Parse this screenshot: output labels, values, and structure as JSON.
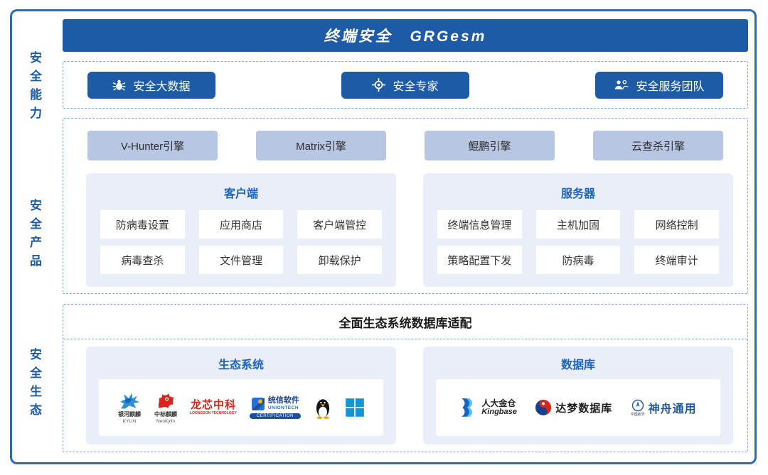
{
  "header": {
    "title": "终端安全 GRGesm"
  },
  "sidebar": {
    "labels": [
      {
        "text": "安全能力"
      },
      {
        "text": "安全产品"
      },
      {
        "text": "安全生态"
      }
    ]
  },
  "capabilities": {
    "buttons": [
      {
        "label": "安全大数据",
        "icon": "bug-icon"
      },
      {
        "label": "安全专家",
        "icon": "target-icon"
      },
      {
        "label": "安全服务团队",
        "icon": "team-icon"
      }
    ]
  },
  "products": {
    "engines": [
      {
        "label": "V-Hunter引擎"
      },
      {
        "label": "Matrix引擎"
      },
      {
        "label": "鲲鹏引擎"
      },
      {
        "label": "云查杀引擎"
      }
    ],
    "panels": [
      {
        "title": "客户端",
        "items": [
          {
            "label": "防病毒设置"
          },
          {
            "label": "应用商店"
          },
          {
            "label": "客户端管控"
          },
          {
            "label": "病毒查杀"
          },
          {
            "label": "文件管理"
          },
          {
            "label": "卸载保护"
          }
        ]
      },
      {
        "title": "服务器",
        "items": [
          {
            "label": "终端信息管理"
          },
          {
            "label": "主机加固"
          },
          {
            "label": "网络控制"
          },
          {
            "label": "策略配置下发"
          },
          {
            "label": "防病毒"
          },
          {
            "label": "终端审计"
          }
        ]
      }
    ]
  },
  "adaptation": {
    "title": "全面生态系统数据库适配",
    "panels": [
      {
        "title": "生态系统",
        "logos": [
          {
            "id": "kylin",
            "line1": "银河麒麟",
            "line2": "KYLIN"
          },
          {
            "id": "neokylin",
            "line1": "中标麒麟",
            "line2": "NeoKylin"
          },
          {
            "id": "loongson",
            "line1": "龙芯中科",
            "line2": "LOONGSON TECHNOLOGY"
          },
          {
            "id": "uniontech",
            "line1": "统信软件",
            "line2": "UNIONTECH",
            "badge": "CERTIFICATION"
          },
          {
            "id": "linux-tux"
          },
          {
            "id": "windows"
          }
        ]
      },
      {
        "title": "数据库",
        "logos": [
          {
            "id": "kingbase",
            "line1": "人大金仓",
            "line2": "Kingbase"
          },
          {
            "id": "dameng",
            "line1": "达梦数据库"
          },
          {
            "id": "shentong",
            "line1": "神舟通用",
            "line2": "中国航天"
          }
        ]
      }
    ]
  },
  "colors": {
    "primary_blue": "#1d5ba6",
    "outer_border": "#2b6cb8",
    "dashed_border": "#7ba6dc",
    "engine_bg": "#b7c6e3",
    "panel_bg": "#e9eef8",
    "panel_title_blue": "#1b63c3",
    "loongson_red": "#d8261c",
    "windows_blue": "#1296db"
  }
}
